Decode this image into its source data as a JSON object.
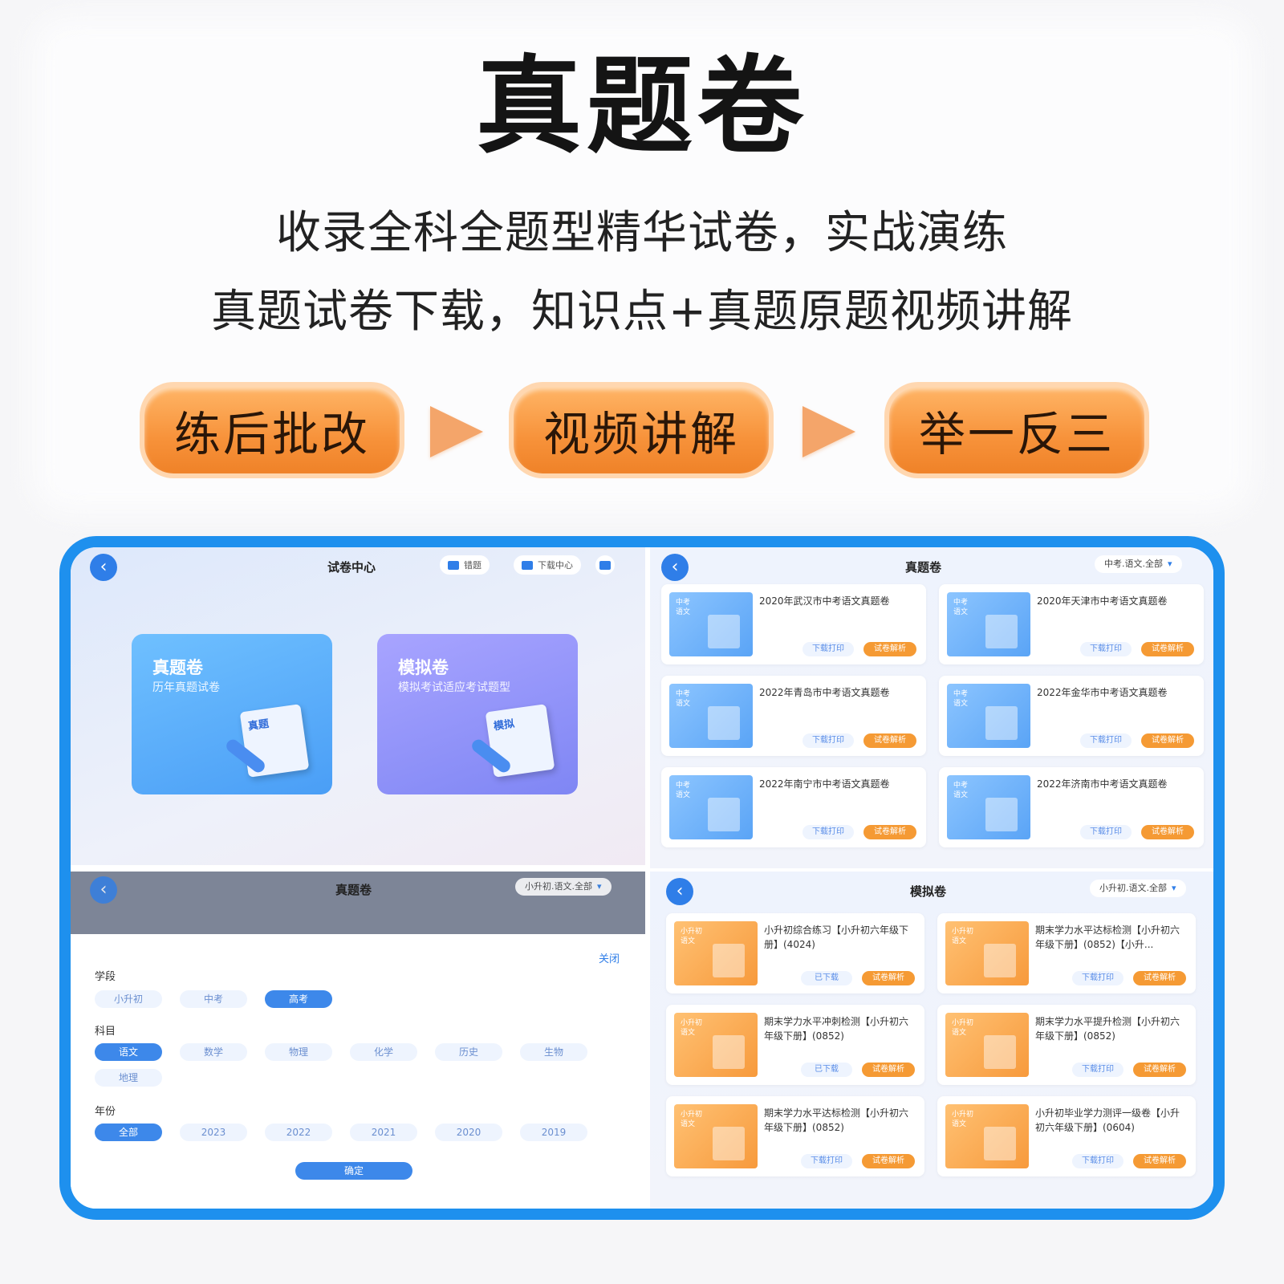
{
  "hero": {
    "title": "真题卷",
    "subtitle1": "收录全科全题型精华试卷，实战演练",
    "subtitle2": "真题试卷下载，知识点+真题原题视频讲解",
    "steps": [
      "练后批改",
      "视频讲解",
      "举一反三"
    ]
  },
  "center": {
    "title": "试卷中心",
    "btn1": "错题",
    "btn2": "下载中心",
    "card1": {
      "title": "真题卷",
      "desc": "历年真题试卷",
      "badge": "真题"
    },
    "card2": {
      "title": "模拟卷",
      "desc": "模拟考试适应考试题型",
      "badge": "模拟"
    }
  },
  "real": {
    "title": "真题卷",
    "filter": "中考.语文.全部",
    "tag": "中考\n语文",
    "download_label": "下载打印",
    "answer_label": "试卷解析",
    "items": [
      "2020年武汉市中考语文真题卷",
      "2020年天津市中考语文真题卷",
      "2022年青岛市中考语文真题卷",
      "2022年金华市中考语文真题卷",
      "2022年南宁市中考语文真题卷",
      "2022年济南市中考语文真题卷"
    ]
  },
  "filter_sheet": {
    "title": "真题卷",
    "filter": "小升初.语文.全部",
    "close": "关闭",
    "stage_label": "学段",
    "stages": [
      "小升初",
      "中考",
      "高考"
    ],
    "subject_label": "科目",
    "subjects": [
      "语文",
      "数学",
      "物理",
      "化学",
      "历史",
      "生物",
      "地理"
    ],
    "year_label": "年份",
    "years": [
      "全部",
      "2023",
      "2022",
      "2021",
      "2020",
      "2019"
    ],
    "confirm": "确定"
  },
  "mock": {
    "title": "模拟卷",
    "filter": "小升初.语文.全部",
    "tag": "小升初\n语文",
    "answer_label": "试卷解析",
    "items": [
      {
        "t": "小升初综合练习【小升初六年级下册】(4024)",
        "d": "已下载"
      },
      {
        "t": "期末学力水平达标检测【小升初六年级下册】(0852)【小升...",
        "d": "下载打印"
      },
      {
        "t": "期末学力水平冲刺检测【小升初六年级下册】(0852)",
        "d": "已下载"
      },
      {
        "t": "期末学力水平提升检测【小升初六年级下册】(0852)",
        "d": "下载打印"
      },
      {
        "t": "期末学力水平达标检测【小升初六年级下册】(0852)",
        "d": "下载打印"
      },
      {
        "t": "小升初毕业学力测评一级卷【小升初六年级下册】(0604)",
        "d": "下载打印"
      }
    ]
  },
  "colors": {
    "accent": "#2f7ee8",
    "orange": "#f79a3c",
    "frame": "#1e90ee"
  }
}
